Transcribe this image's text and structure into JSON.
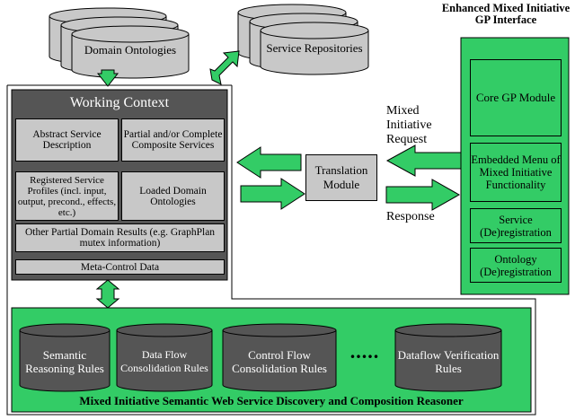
{
  "top": {
    "domain_ontologies": "Domain Ontologies",
    "service_repositories": "Service Repositories"
  },
  "interface": {
    "title": "Enhanced Mixed Initiative GP Interface",
    "core": "Core GP Module",
    "menu": "Embedded Menu of Mixed Initiative Functionality",
    "service_reg": "Service (De)registration",
    "ontology_reg": "Ontology (De)registration"
  },
  "working_context": {
    "title": "Working Context",
    "abstract": "Abstract Service Description",
    "partial": "Partial and/or Complete Composite Services",
    "registered": "Registered Service Profiles (incl. input, output, precond., effects, etc.)",
    "loaded": "Loaded Domain Ontologies",
    "other": "Other Partial Domain Results (e.g. GraphPlan mutex information)",
    "meta": "Meta-Control Data"
  },
  "translation": {
    "label": "Translation Module"
  },
  "labels": {
    "request": "Mixed Initiative Request",
    "response": "Response"
  },
  "reasoner": {
    "title": "Mixed Initiative Semantic Web Service Discovery and Composition Reasoner",
    "rules": [
      "Semantic Reasoning Rules",
      "Data Flow Consolidation Rules",
      "Control Flow Consolidation Rules",
      "Dataflow Verification Rules"
    ],
    "ellipsis": "....."
  },
  "colors": {
    "green": "#33cc66",
    "dark": "#555555",
    "grey": "#c8c8c8"
  }
}
